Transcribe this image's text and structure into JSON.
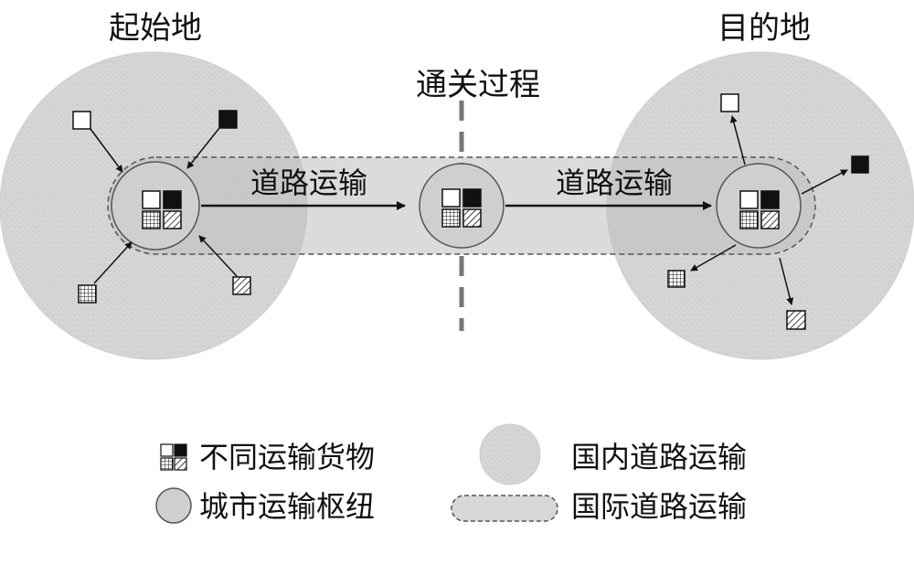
{
  "regions": {
    "origin": "起始地",
    "destination": "目的地"
  },
  "customs": {
    "label": "通关过程"
  },
  "transport": {
    "segment_1": "道路运输",
    "segment_2": "道路运输"
  },
  "legend": {
    "goods": "不同运输货物",
    "hub": "城市运输枢纽",
    "domestic": "国内道路运输",
    "international": "国际道路运输"
  },
  "colors": {
    "domestic_fill": "#d3d3d3",
    "hub_fill": "#cfcfcf",
    "corridor_fill": "#bdbdbd",
    "outline": "#555555",
    "dashed_line": "#777777",
    "cargo_dark": "#111111",
    "text": "#111111"
  },
  "icons": {
    "cargo_white": "white-square",
    "cargo_black": "black-square",
    "cargo_grid": "grid-square",
    "cargo_hatched": "hatched-square"
  }
}
